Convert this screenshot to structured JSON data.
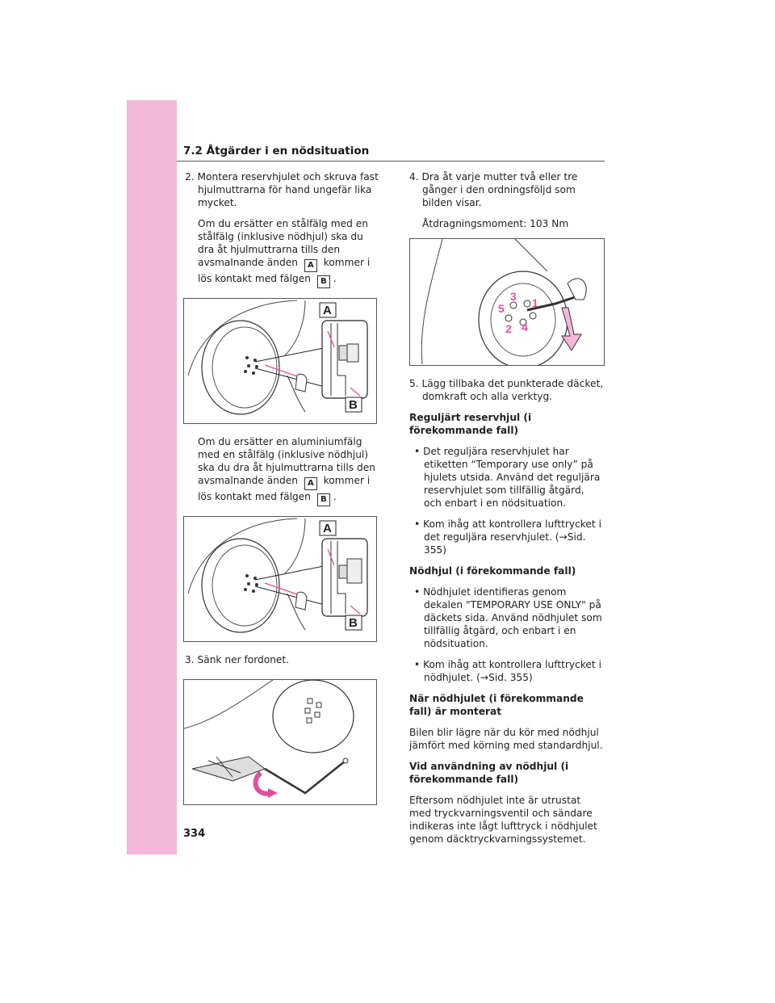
{
  "header": {
    "section_title": "7.2 Åtgärder i en nödsituation"
  },
  "left": {
    "step2": "2. Montera reservhjulet och skruva fast hjulmuttrarna för hand ungefär lika mycket.",
    "steel_a": "Om du ersätter en stålfälg med en stålfälg (inklusive nödhjul) ska du dra åt hjulmuttrarna tills den avsmalnande änden",
    "steel_b": "kommer i lös kontakt med fälgen",
    "alu_a": "Om du ersätter en aluminiumfälg med en stålfälg (inklusive nödhjul) ska du dra åt hjulmuttrarna tills den avsmalnande änden",
    "alu_b": "kommer i lös kontakt med fälgen",
    "period": ".",
    "step3": "3. Sänk ner fordonet.",
    "label_a": "A",
    "label_b": "B"
  },
  "right": {
    "step4": "4. Dra åt varje mutter två eller tre gånger i den ordningsföljd som bilden visar.",
    "torque": "Åtdragningsmoment: 103 Nm",
    "seq": [
      "1",
      "2",
      "3",
      "4",
      "5"
    ],
    "step5": "5. Lägg tillbaka det punkterade däcket, domkraft och alla verktyg.",
    "reg_head": "Reguljärt reservhjul (i förekommande fall)",
    "reg_b1": "• Det reguljära reservhjulet har etiketten “Temporary use only” på hjulets utsida. Använd det reguljära reservhjulet som tillfällig åtgärd, och enbart i en nödsituation.",
    "reg_b2": "• Kom ihåg att kontrollera lufttrycket i det reguljära reservhjulet. (→Sid. 355)",
    "nod_head": "Nödhjul (i förekommande fall)",
    "nod_b1": "• Nödhjulet identifieras genom dekalen \"TEMPORARY USE ONLY\" på däckets sida. Använd nödhjulet som tillfällig åtgärd, och enbart i en nödsituation.",
    "nod_b2": "• Kom ihåg att kontrollera lufttrycket i nödhjulet. (→Sid. 355)",
    "mont_head": "När nödhjulet (i förekommande fall) är monterat",
    "mont_text": "Bilen blir lägre när du kör med nödhjul jämfört med körning med standardhjul.",
    "vid_head": "Vid användning av nödhjul (i förekommande fall)",
    "vid_text": "Eftersom nödhjulet inte är utrustat med tryckvarningsventil och sändare indikeras inte lågt lufttryck i nödhjulet genom däcktryckvarningssystemet."
  },
  "footer": {
    "page_number": "334"
  },
  "colors": {
    "sidebar": "#f3b8d8",
    "sequence": "#e0509a",
    "arrow": "#f3b8d8"
  }
}
